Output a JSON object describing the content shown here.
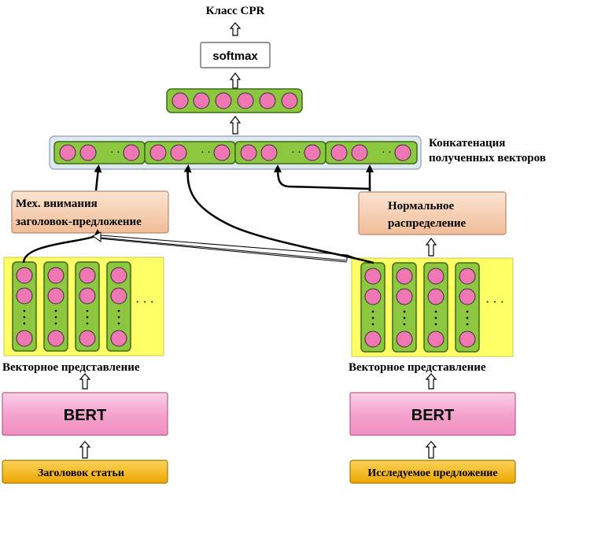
{
  "title": "Класс CPR",
  "softmax": {
    "label": "softmax"
  },
  "concat": {
    "line1": "Конкатенация",
    "line2": "полученных векторов"
  },
  "attention": {
    "line1": "Мех. внимания",
    "line2": "заголовок-предложение"
  },
  "normal": {
    "line1": "Нормальное",
    "line2": "распределение"
  },
  "left": {
    "vector_label": "Векторное представление",
    "bert_label": "BERT",
    "input_label": "Заголовок статьи"
  },
  "right": {
    "vector_label": "Векторное представление",
    "bert_label": "BERT",
    "input_label": "Исследуемое предложение"
  },
  "colors": {
    "node": "#ef78b4",
    "vector_green": "#8dc63f",
    "yellow_panel": "#ffff66",
    "pink_box": "#f7a6d2",
    "peach_box": "#f6cdb0",
    "orange_input": "#f5b400",
    "concat_bg": "#dfe7ef"
  }
}
